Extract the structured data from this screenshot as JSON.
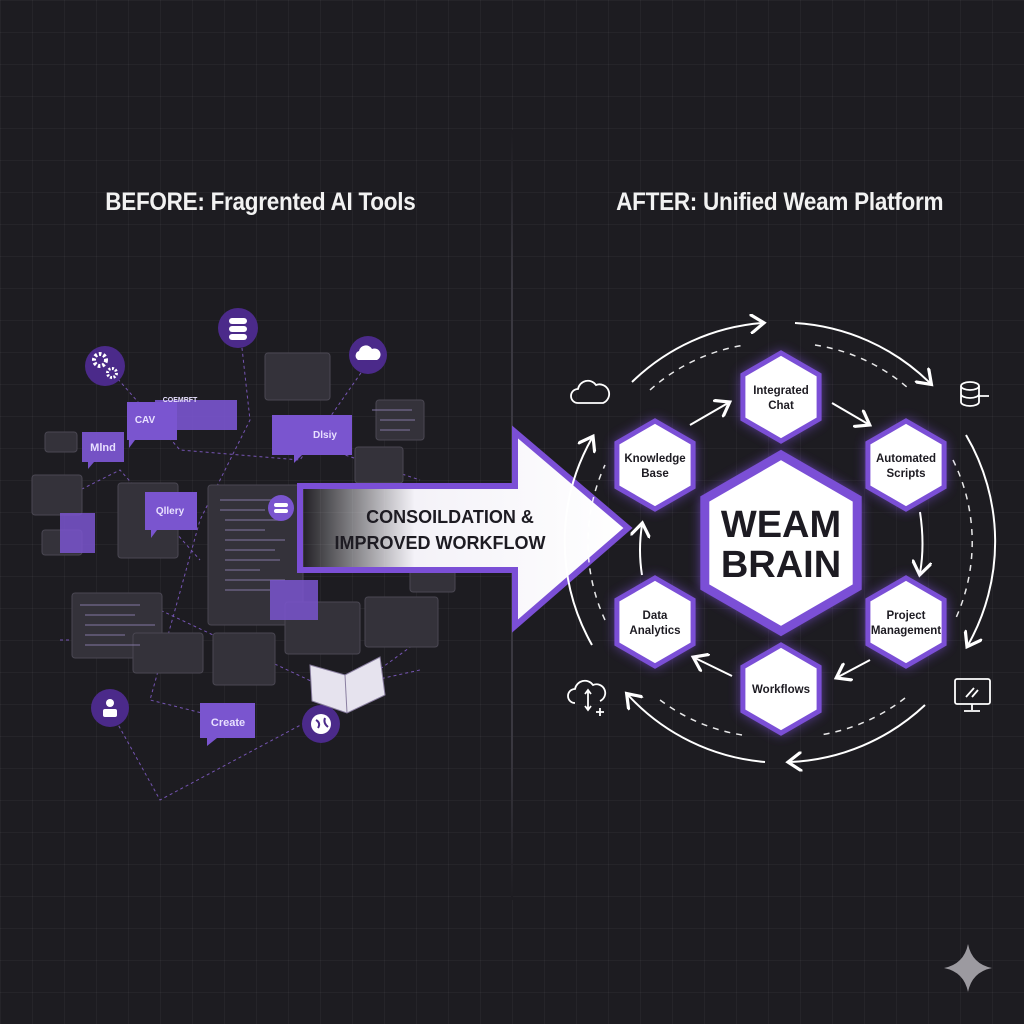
{
  "left_title": "BEFORE: Fragrented AI Tools",
  "right_title": "AFTER: Unified Weam Platform",
  "arrow": {
    "line1": "CONSOILDATION &",
    "line2": "IMPROVED WORKFLOW"
  },
  "bubbles": [
    "Mlnd",
    "CAV",
    "COEMRFT",
    "Qllery",
    "Dlsiy",
    "Create"
  ],
  "center": {
    "line1": "WEAM",
    "line2": "BRAIN"
  },
  "nodes": [
    {
      "line1": "Integrated",
      "line2": "Chat"
    },
    {
      "line1": "Automated",
      "line2": "Scripts"
    },
    {
      "line1": "Project",
      "line2": "Management"
    },
    {
      "line1": "Workflows",
      "line2": ""
    },
    {
      "line1": "Data",
      "line2": "Analytics"
    },
    {
      "line1": "Knowledge",
      "line2": "Base"
    }
  ],
  "colors": {
    "accent": "#7b4fd6",
    "bubble": "#7a55cf",
    "bg": "#1d1c21"
  }
}
